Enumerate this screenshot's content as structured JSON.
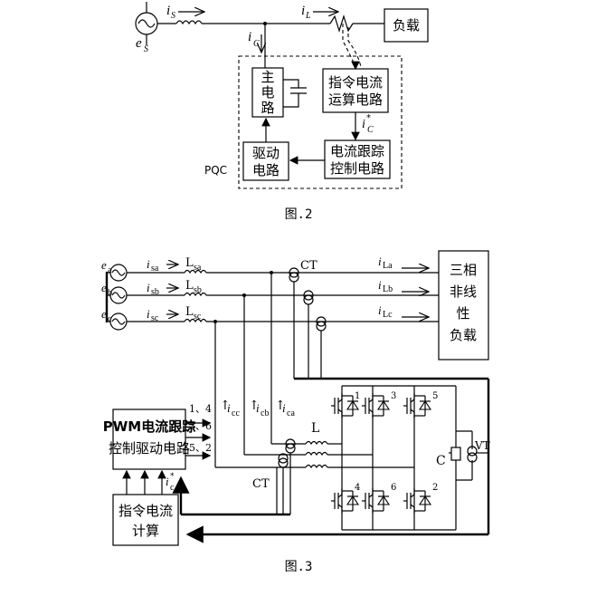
{
  "fig2": {
    "caption": "图.2",
    "es": "e",
    "es_sub": "S",
    "is": "i",
    "is_sub": "S",
    "il": "i",
    "il_sub": "L",
    "ic": "i",
    "ic_sub": "C",
    "load": "负载",
    "main_circuit": [
      "主",
      "电",
      "路"
    ],
    "cmd_calc": [
      "指令电流",
      "运算电路"
    ],
    "ic_star": "i",
    "ic_star_sub": "C",
    "ic_star_sup": "*",
    "drive": [
      "驱动",
      "电路"
    ],
    "tracking": [
      "电流跟踪",
      "控制电路"
    ],
    "pqc": "PQC"
  },
  "fig3": {
    "caption": "图.3",
    "ea": "e",
    "ea_sub": "a",
    "eb": "e",
    "eb_sub": "b",
    "ec": "e",
    "ec_sub": "c",
    "isa": "i",
    "isa_sub": "sa",
    "isb": "i",
    "isb_sub": "sb",
    "isc": "i",
    "isc_sub": "sc",
    "lsa": "L",
    "lsa_sub": "sa",
    "lsb": "L",
    "lsb_sub": "sb",
    "lsc": "L",
    "lsc_sub": "sc",
    "ct_top": "CT",
    "ct_bottom": "CT",
    "ila": "i",
    "ila_sub": "La",
    "ilb": "i",
    "ilb_sub": "Lb",
    "ilc": "i",
    "ilc_sub": "Lc",
    "load3": [
      "三相",
      "非线",
      "性",
      "负载"
    ],
    "icc": "i",
    "icc_sub": "cc",
    "icb": "i",
    "icb_sub": "cb",
    "ica": "i",
    "ica_sub": "ca",
    "l_label": "L",
    "c_label": "C",
    "vt_label": "VT",
    "pwm": [
      "PWM电流跟踪",
      "控制驱动电路"
    ],
    "pins": [
      "1、4",
      "3、6",
      "5、2"
    ],
    "ic_star": "i",
    "ic_star_sub": "c",
    "ic_star_sup": "*",
    "cmd": [
      "指令电流",
      "计算"
    ],
    "igbt_nums": [
      "1",
      "3",
      "5",
      "4",
      "6",
      "2"
    ]
  }
}
